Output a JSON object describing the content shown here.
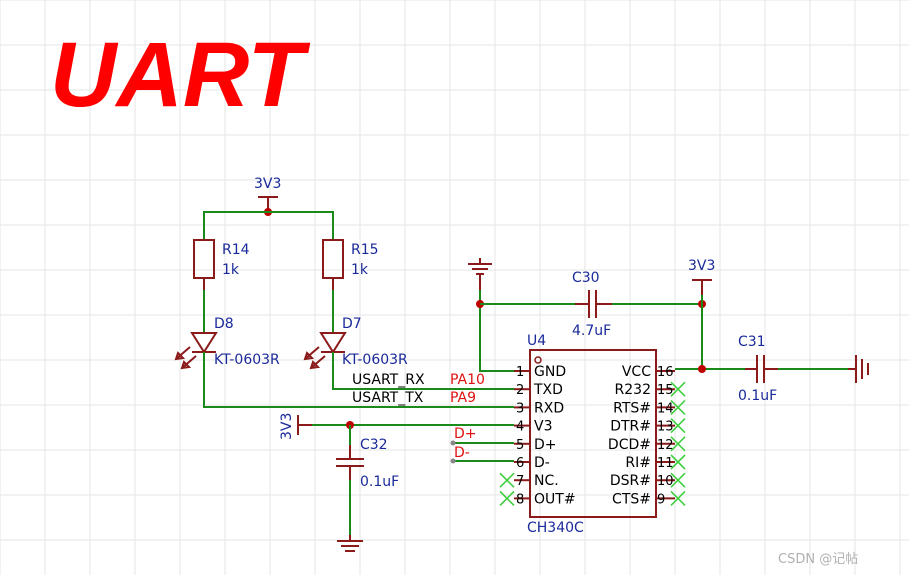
{
  "title": "UART",
  "watermark": "CSDN @记帖",
  "power": {
    "label": "3V3"
  },
  "resistors": [
    {
      "ref": "R14",
      "value": "1k"
    },
    {
      "ref": "R15",
      "value": "1k"
    }
  ],
  "leds": [
    {
      "ref": "D8",
      "value": "KT-0603R"
    },
    {
      "ref": "D7",
      "value": "KT-0603R"
    }
  ],
  "capacitors": [
    {
      "ref": "C30",
      "value": "4.7uF"
    },
    {
      "ref": "C31",
      "value": "0.1uF"
    },
    {
      "ref": "C32",
      "value": "0.1uF"
    }
  ],
  "nets": {
    "usart_rx": "USART_RX",
    "usart_tx": "USART_TX",
    "pa10": "PA10",
    "pa9": "PA9",
    "dplus": "D+",
    "dminus": "D-"
  },
  "ic": {
    "ref": "U4",
    "value": "CH340C",
    "left_pins": [
      {
        "num": "1",
        "name": "GND"
      },
      {
        "num": "2",
        "name": "TXD"
      },
      {
        "num": "3",
        "name": "RXD"
      },
      {
        "num": "4",
        "name": "V3"
      },
      {
        "num": "5",
        "name": "D+"
      },
      {
        "num": "6",
        "name": "D-"
      },
      {
        "num": "7",
        "name": "NC."
      },
      {
        "num": "8",
        "name": "OUT#"
      }
    ],
    "right_pins": [
      {
        "num": "16",
        "name": "VCC"
      },
      {
        "num": "15",
        "name": "R232"
      },
      {
        "num": "14",
        "name": "RTS#"
      },
      {
        "num": "13",
        "name": "DTR#"
      },
      {
        "num": "12",
        "name": "DCD#"
      },
      {
        "num": "11",
        "name": "RI#"
      },
      {
        "num": "10",
        "name": "DSR#"
      },
      {
        "num": "9",
        "name": "CTS#"
      }
    ]
  }
}
